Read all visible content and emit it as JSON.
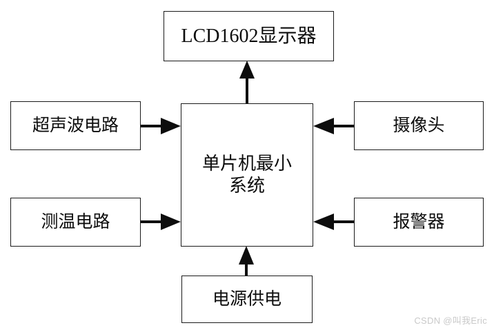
{
  "diagram": {
    "type": "block-diagram",
    "title": "",
    "colors": {
      "background": "#ffffff",
      "stroke": "#1a1a1a",
      "text": "#0d0d0d",
      "watermark": "#c9c9c9"
    },
    "nodes": [
      {
        "id": "lcd",
        "label": "LCD1602显示器",
        "role": "output-display"
      },
      {
        "id": "ultra",
        "label": "超声波电路",
        "role": "input-sensor"
      },
      {
        "id": "mcu",
        "label": "单片机最小\n系统",
        "role": "controller"
      },
      {
        "id": "camera",
        "label": "摄像头",
        "role": "input-sensor"
      },
      {
        "id": "temp",
        "label": "测温电路",
        "role": "input-sensor"
      },
      {
        "id": "alarm",
        "label": "报警器",
        "role": "peripheral"
      },
      {
        "id": "power",
        "label": "电源供电",
        "role": "power-supply"
      }
    ],
    "edges": [
      {
        "id": "mcu-to-lcd",
        "from": "mcu",
        "to": "lcd",
        "direction": "up"
      },
      {
        "id": "ultra-to-mcu",
        "from": "ultra",
        "to": "mcu",
        "direction": "right"
      },
      {
        "id": "temp-to-mcu",
        "from": "temp",
        "to": "mcu",
        "direction": "right"
      },
      {
        "id": "camera-to-mcu",
        "from": "camera",
        "to": "mcu",
        "direction": "left"
      },
      {
        "id": "alarm-to-mcu",
        "from": "alarm",
        "to": "mcu",
        "direction": "left"
      },
      {
        "id": "power-to-mcu",
        "from": "power",
        "to": "mcu",
        "direction": "up"
      }
    ]
  },
  "watermark": {
    "text": "CSDN @叫我Eric"
  }
}
